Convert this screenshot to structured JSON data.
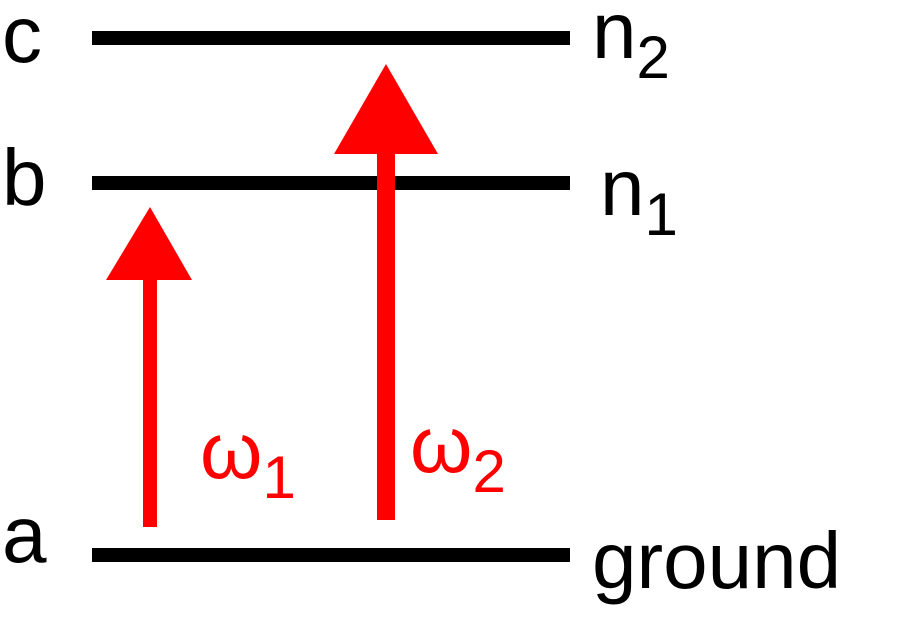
{
  "levels": [
    {
      "state": "c",
      "name": "n",
      "sub": "2"
    },
    {
      "state": "b",
      "name": "n",
      "sub": "1"
    },
    {
      "state": "a",
      "name": "ground"
    }
  ],
  "transitions": [
    {
      "symbol": "ω",
      "sub": "1",
      "from": "a",
      "to": "b"
    },
    {
      "symbol": "ω",
      "sub": "2",
      "from": "a",
      "to": "c"
    }
  ],
  "colors": {
    "levels": "#000000",
    "transitions": "#ff0000",
    "background": "#ffffff"
  }
}
